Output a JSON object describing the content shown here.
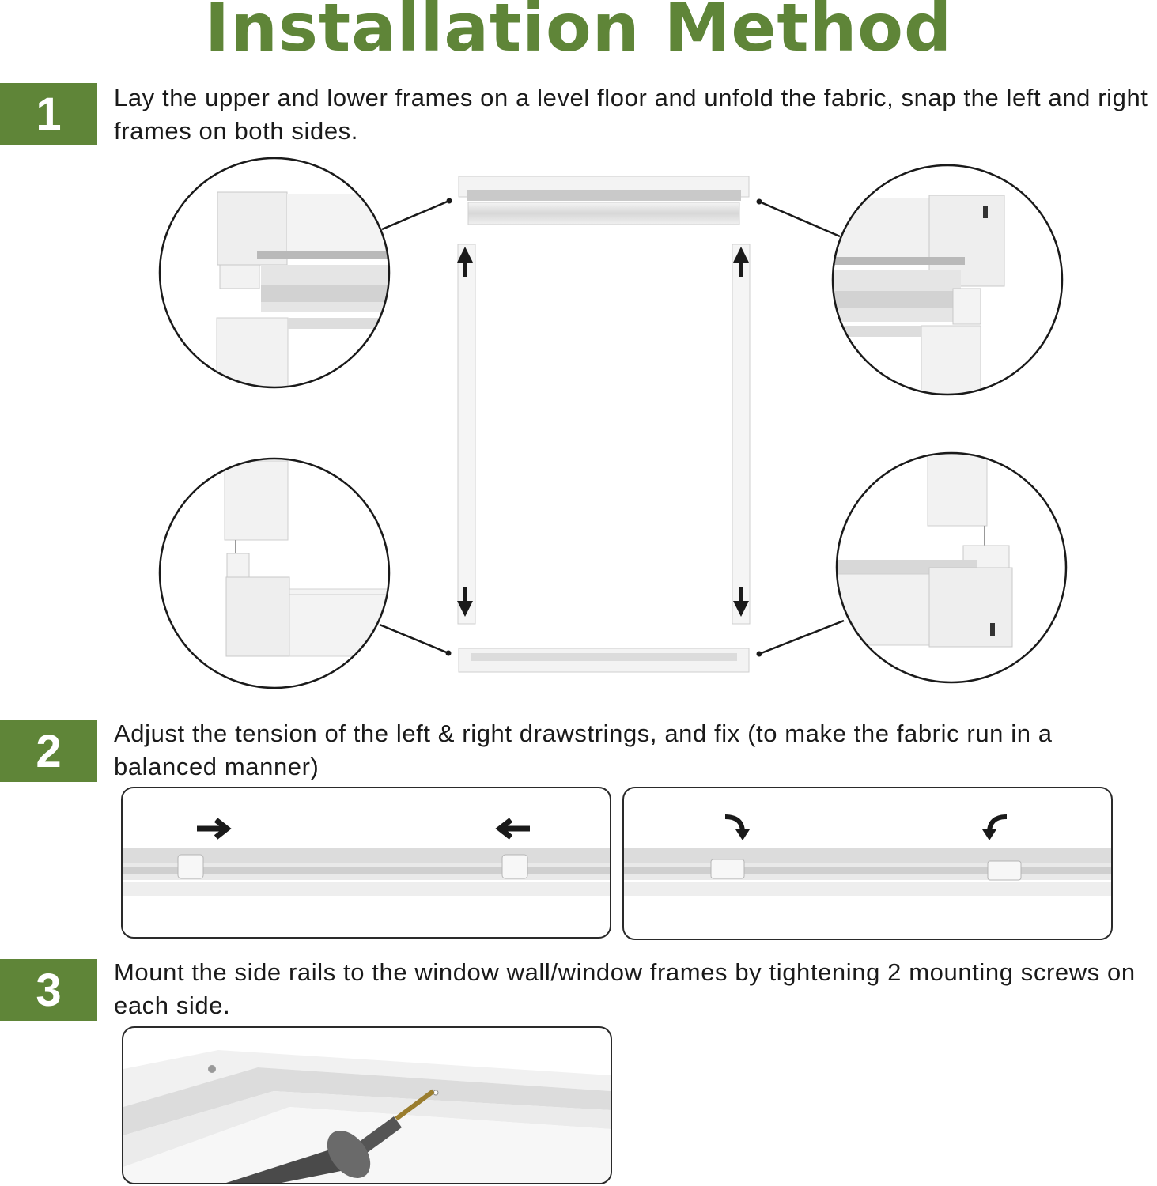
{
  "title": "Installation Method",
  "steps": [
    {
      "number": "1",
      "text": "Lay the upper and lower frames on a level floor and unfold the fabric, snap the left and right frames on both sides."
    },
    {
      "number": "2",
      "text": "Adjust the tension of the left & right drawstrings, and fix (to make the fabric run in a balanced manner)"
    },
    {
      "number": "3",
      "text": "Mount the side rails to the window wall/window frames by tightening 2 mounting screws on each side."
    }
  ],
  "colors": {
    "accent": "#5f8538",
    "text": "#1a1a1a",
    "frame": "#f2f2f2",
    "outline": "#2a2a2a"
  },
  "icons": [
    "arrow-up-icon",
    "arrow-down-icon",
    "arrow-right-icon",
    "arrow-left-icon",
    "curved-arrow-down-icon",
    "screwdriver-icon"
  ]
}
